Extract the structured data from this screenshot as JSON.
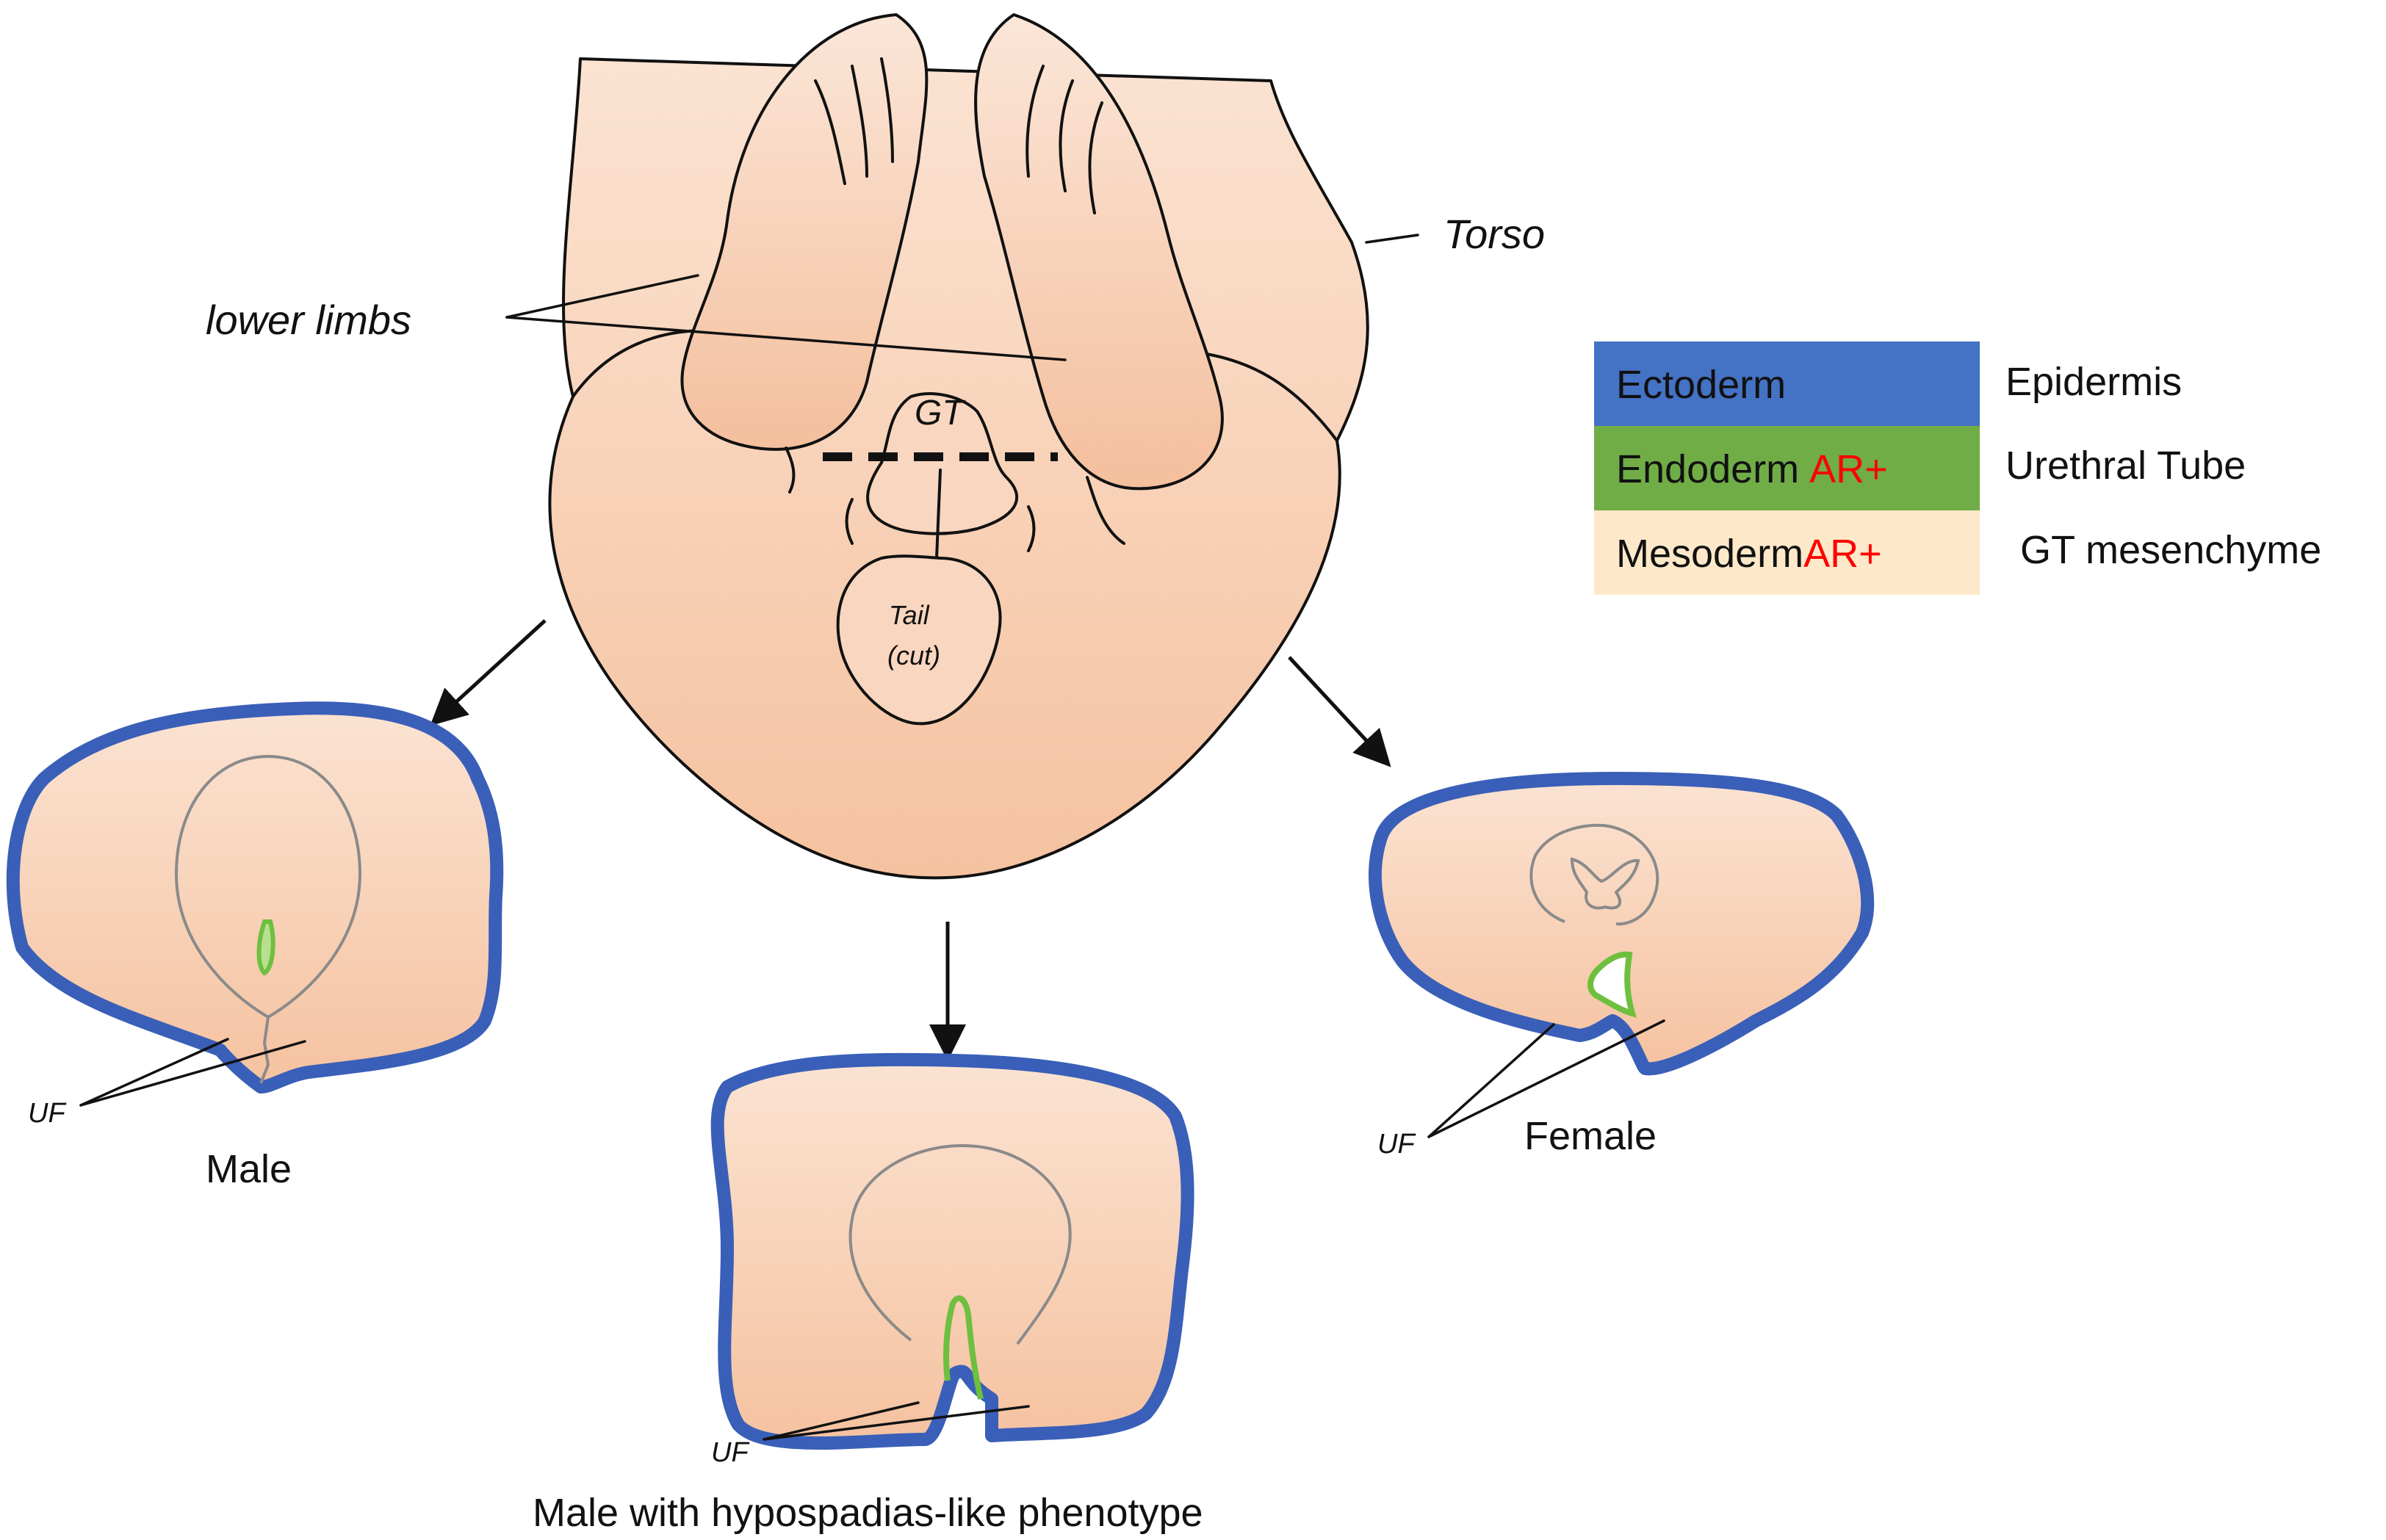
{
  "labels": {
    "torso": "Torso",
    "lower_limbs": "lower limbs",
    "gt": "GT",
    "tail": "Tail",
    "tail_cut": "(cut)",
    "uf_male": "UF",
    "uf_hypo": "UF",
    "uf_female": "UF"
  },
  "captions": {
    "male": "Male",
    "female": "Female",
    "hypospadias": "Male with hypospadias-like phenotype"
  },
  "legend": {
    "rows": [
      {
        "layer": "Ectoderm",
        "marker": "",
        "tissue": "Epidermis",
        "color": "#4472c4"
      },
      {
        "layer": "Endoderm",
        "marker": "AR+",
        "tissue": "Urethral Tube",
        "color": "#70ad47"
      },
      {
        "layer": "Mesoderm",
        "marker": "AR+",
        "tissue": "GT mesenchyme",
        "color": "#fde9c9"
      }
    ],
    "marker_color": "#ff0000"
  },
  "colors": {
    "skin": "#f7c9a8",
    "ectoderm_outline": "#3a5fb8",
    "endoderm_outline": "#6fbf3f"
  }
}
